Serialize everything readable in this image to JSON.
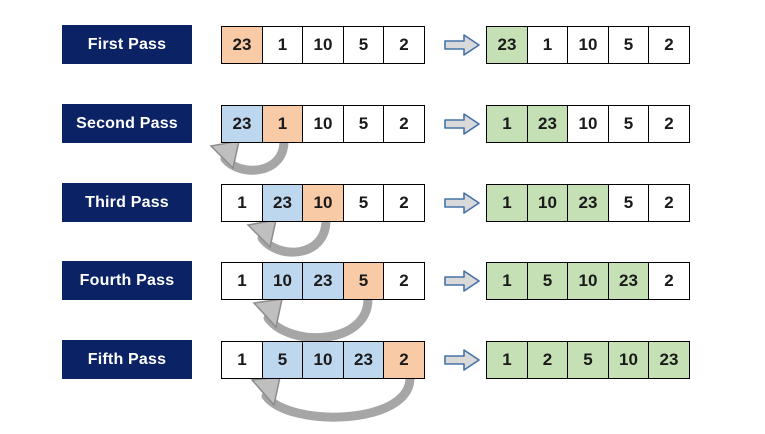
{
  "title": "Insertion Sort Passes Diagram",
  "colors": {
    "label_bg": "#0B2265",
    "label_text": "#FFFFFF",
    "highlight_current": "#F8CBA6",
    "highlight_compared": "#BDD7EE",
    "highlight_sorted": "#C5E0B4",
    "cell_bg": "#FFFFFF",
    "cell_border": "#000000",
    "swap_arrow": "#A6A6A6",
    "step_arrow_fill": "#D9D9D9",
    "step_arrow_stroke": "#4472A8"
  },
  "icons": {
    "step_arrow": "right-block-arrow-icon",
    "swap_arrow": "curved-swap-arrow-icon"
  },
  "rows": [
    {
      "label": "First Pass",
      "before": [
        {
          "value": "23",
          "state": "peach"
        },
        {
          "value": "1",
          "state": "plain"
        },
        {
          "value": "10",
          "state": "plain"
        },
        {
          "value": "5",
          "state": "plain"
        },
        {
          "value": "2",
          "state": "plain"
        }
      ],
      "after": [
        {
          "value": "23",
          "state": "green"
        },
        {
          "value": "1",
          "state": "plain"
        },
        {
          "value": "10",
          "state": "plain"
        },
        {
          "value": "5",
          "state": "plain"
        },
        {
          "value": "2",
          "state": "plain"
        }
      ],
      "swap_arrow": false
    },
    {
      "label": "Second Pass",
      "before": [
        {
          "value": "23",
          "state": "blue"
        },
        {
          "value": "1",
          "state": "peach"
        },
        {
          "value": "10",
          "state": "plain"
        },
        {
          "value": "5",
          "state": "plain"
        },
        {
          "value": "2",
          "state": "plain"
        }
      ],
      "after": [
        {
          "value": "1",
          "state": "green"
        },
        {
          "value": "23",
          "state": "green"
        },
        {
          "value": "10",
          "state": "plain"
        },
        {
          "value": "5",
          "state": "plain"
        },
        {
          "value": "2",
          "state": "plain"
        }
      ],
      "swap_arrow": true
    },
    {
      "label": "Third Pass",
      "before": [
        {
          "value": "1",
          "state": "plain"
        },
        {
          "value": "23",
          "state": "blue"
        },
        {
          "value": "10",
          "state": "peach"
        },
        {
          "value": "5",
          "state": "plain"
        },
        {
          "value": "2",
          "state": "plain"
        }
      ],
      "after": [
        {
          "value": "1",
          "state": "green"
        },
        {
          "value": "10",
          "state": "green"
        },
        {
          "value": "23",
          "state": "green"
        },
        {
          "value": "5",
          "state": "plain"
        },
        {
          "value": "2",
          "state": "plain"
        }
      ],
      "swap_arrow": true
    },
    {
      "label": "Fourth Pass",
      "before": [
        {
          "value": "1",
          "state": "plain"
        },
        {
          "value": "10",
          "state": "blue"
        },
        {
          "value": "23",
          "state": "blue"
        },
        {
          "value": "5",
          "state": "peach"
        },
        {
          "value": "2",
          "state": "plain"
        }
      ],
      "after": [
        {
          "value": "1",
          "state": "green"
        },
        {
          "value": "5",
          "state": "green"
        },
        {
          "value": "10",
          "state": "green"
        },
        {
          "value": "23",
          "state": "green"
        },
        {
          "value": "2",
          "state": "plain"
        }
      ],
      "swap_arrow": true
    },
    {
      "label": "Fifth Pass",
      "before": [
        {
          "value": "1",
          "state": "plain"
        },
        {
          "value": "5",
          "state": "blue"
        },
        {
          "value": "10",
          "state": "blue"
        },
        {
          "value": "23",
          "state": "blue"
        },
        {
          "value": "2",
          "state": "peach"
        }
      ],
      "after": [
        {
          "value": "1",
          "state": "green"
        },
        {
          "value": "2",
          "state": "green"
        },
        {
          "value": "5",
          "state": "green"
        },
        {
          "value": "10",
          "state": "green"
        },
        {
          "value": "23",
          "state": "green"
        }
      ],
      "swap_arrow": true
    }
  ]
}
